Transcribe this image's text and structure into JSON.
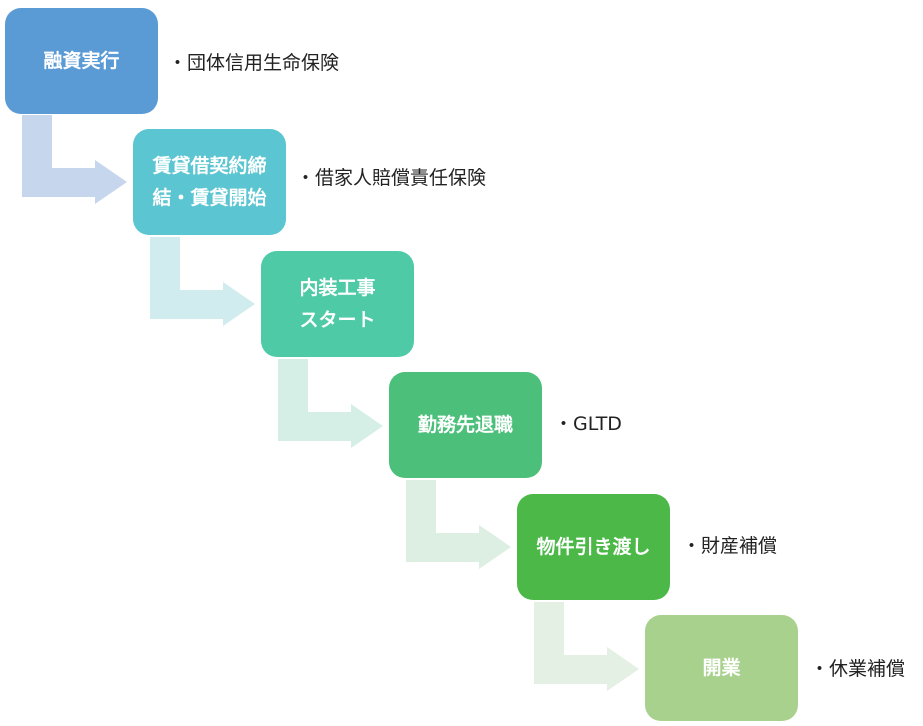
{
  "steps": [
    {
      "label": "融資実行",
      "note": "・団体信用生命保険",
      "color": "#5b9bd5",
      "arrow_color": "#c6d6ec"
    },
    {
      "label": "賃貸借契約締結・賃貸開始",
      "note": "・借家人賠償責任保険",
      "color": "#5bc5d1",
      "arrow_color": "#d0ecee"
    },
    {
      "label": "内装工事スタート",
      "note": "",
      "color": "#4fcaa6",
      "arrow_color": "#d6efe6"
    },
    {
      "label": "勤務先退職",
      "note": "・GLTD",
      "color": "#4cc07a",
      "arrow_color": "#dcefe2"
    },
    {
      "label": "物件引き渡し",
      "note": "・財産補償",
      "color": "#4bb848",
      "arrow_color": "#e4f0e3"
    },
    {
      "label": "開業",
      "note": "・休業補償",
      "color": "#a9d18e",
      "arrow_color": ""
    }
  ]
}
